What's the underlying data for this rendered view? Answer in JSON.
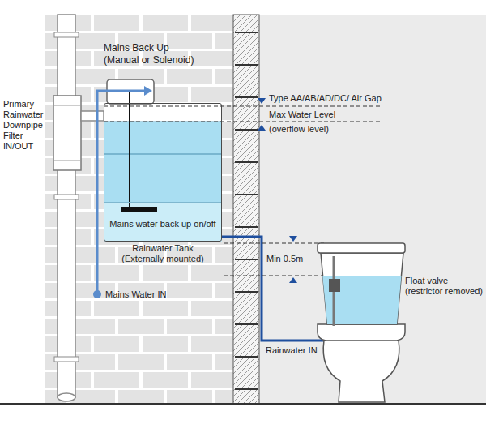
{
  "diagram": {
    "nodes": [
      {
        "text": [
          "Rainwater Tank (Externally mounted)"
        ]
      },
      {
        "text": [
          "Mains water back up on/off"
        ],
        "in": 0
      }
    ],
    "labels": [
      "Mains Back Up (Manual or Solenoid)",
      "Primary Rainwater Downpipe Filter IN/OUT",
      "Type AA/AB/AD/DC/ Air Gap",
      "Max Water Level",
      "(overflow level)",
      "Min 0.5m",
      "Float valve (restrictor removed)",
      "Mains Water IN",
      "Rainwater IN"
    ]
  }
}
